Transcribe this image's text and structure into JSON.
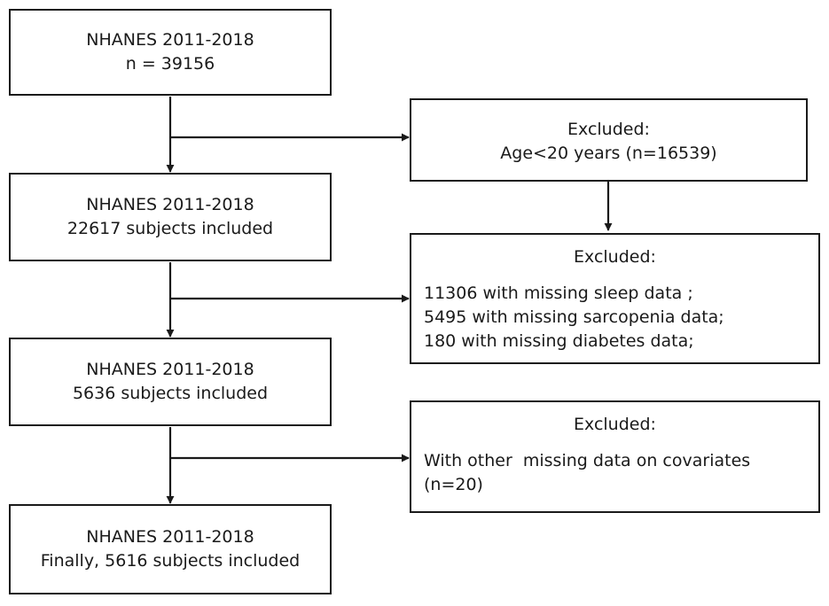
{
  "main_boxes": [
    {
      "line1": "NHANES 2011-2018",
      "line2": "n = 39156"
    },
    {
      "line1": "NHANES 2011-2018",
      "line2": "22617 subjects included"
    },
    {
      "line1": "NHANES 2011-2018",
      "line2": "5636 subjects included"
    },
    {
      "line1": "NHANES 2011-2018",
      "line2": "Finally, 5616 subjects included"
    }
  ],
  "exclusion_boxes": [
    {
      "heading": "Excluded:",
      "lines": [
        "Age<20 years (n=16539)"
      ]
    },
    {
      "heading": "Excluded:",
      "lines": [
        "11306 with missing sleep data ;",
        "5495 with missing sarcopenia data;",
        "180 with missing diabetes data;"
      ]
    },
    {
      "heading": "Excluded:",
      "lines": [
        "With other  missing data on covariates",
        "(n=20)"
      ]
    }
  ]
}
